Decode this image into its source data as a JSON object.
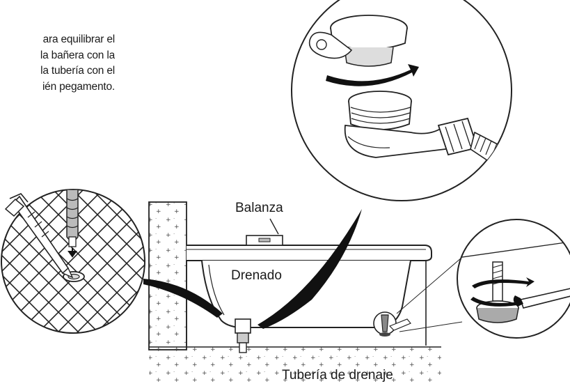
{
  "instructions": {
    "lines": [
      "ara equilibrar el",
      "la bañera con la",
      "la tubería con el",
      "ién pegamento."
    ]
  },
  "labels": {
    "balance": "Balanza",
    "drain": "Drenado",
    "pipe": "Tubería de drenaje"
  }
}
